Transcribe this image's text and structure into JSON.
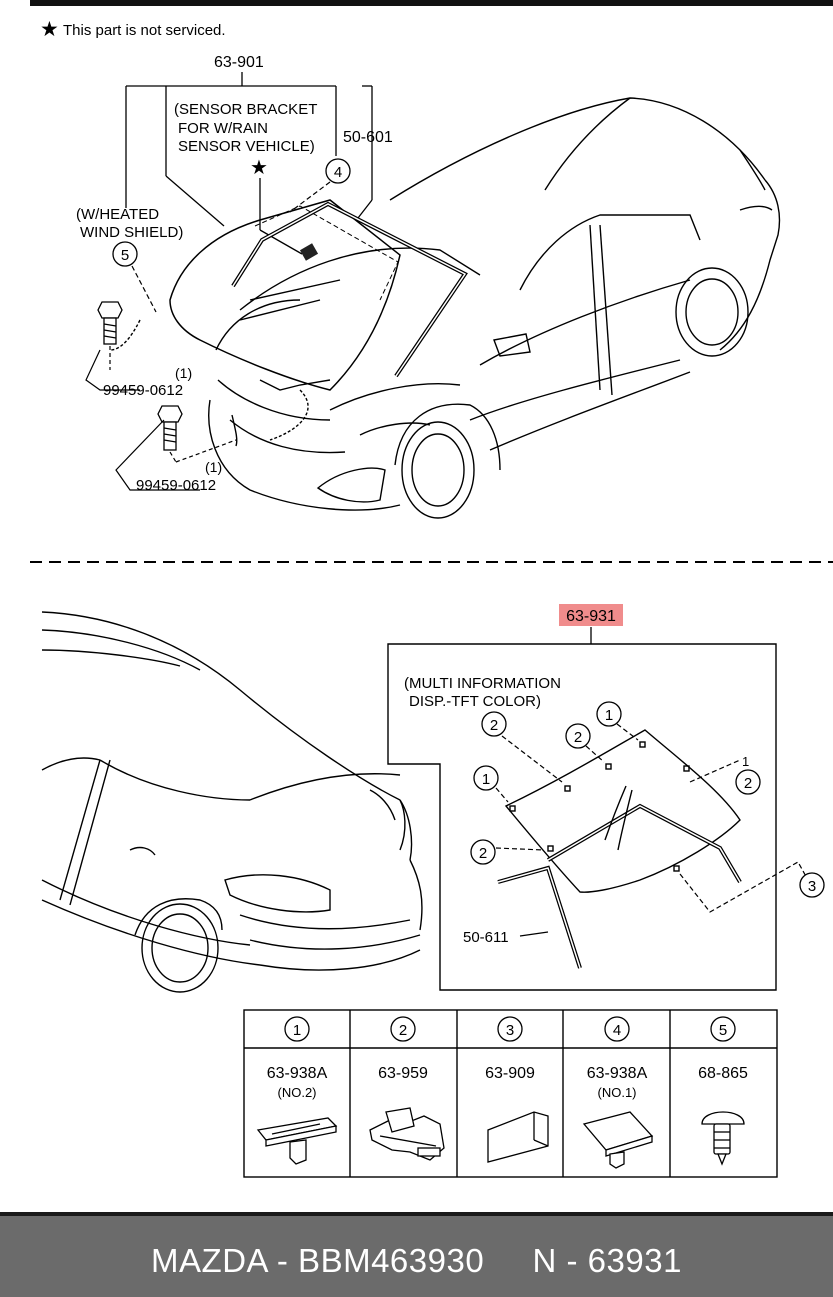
{
  "note": "This part is not serviced.",
  "top_section": {
    "ref_main": "63-901",
    "ref_molding": "50-601",
    "sensor_bracket": [
      "(SENSOR BRACKET",
      "FOR W/RAIN",
      "SENSOR VEHICLE)"
    ],
    "heated_windshield": [
      "(W/HEATED",
      "WIND SHIELD)"
    ],
    "callout_4": "4",
    "callout_5": "5",
    "bolt_1": "99459-0612",
    "bolt_2": "99459-0612",
    "qty_1": "(1)",
    "qty_2": "(1)"
  },
  "bottom_section": {
    "ref_highlight": "63-931",
    "highlight_color": "#f08c8c",
    "multi_info": [
      "(MULTI INFORMATION",
      "DISP.-TFT COLOR)"
    ],
    "callouts": [
      "2",
      "2",
      "1",
      "1",
      "2",
      "2",
      "3"
    ],
    "qty_label": "1",
    "ref_molding": "50-611"
  },
  "parts_table": {
    "numbers": [
      "1",
      "2",
      "3",
      "4",
      "5"
    ],
    "part_numbers": [
      "63-938A",
      "63-959",
      "63-909",
      "63-938A",
      "68-865"
    ],
    "sub_labels": [
      "(NO.2)",
      "",
      "",
      "(NO.1)",
      ""
    ],
    "icons": [
      "clip-no2-icon",
      "clip-icon",
      "spacer-block-icon",
      "clip-no1-icon",
      "push-pin-icon"
    ]
  },
  "footer": {
    "text": "MAZDA - BBM463930     N - 63931"
  }
}
